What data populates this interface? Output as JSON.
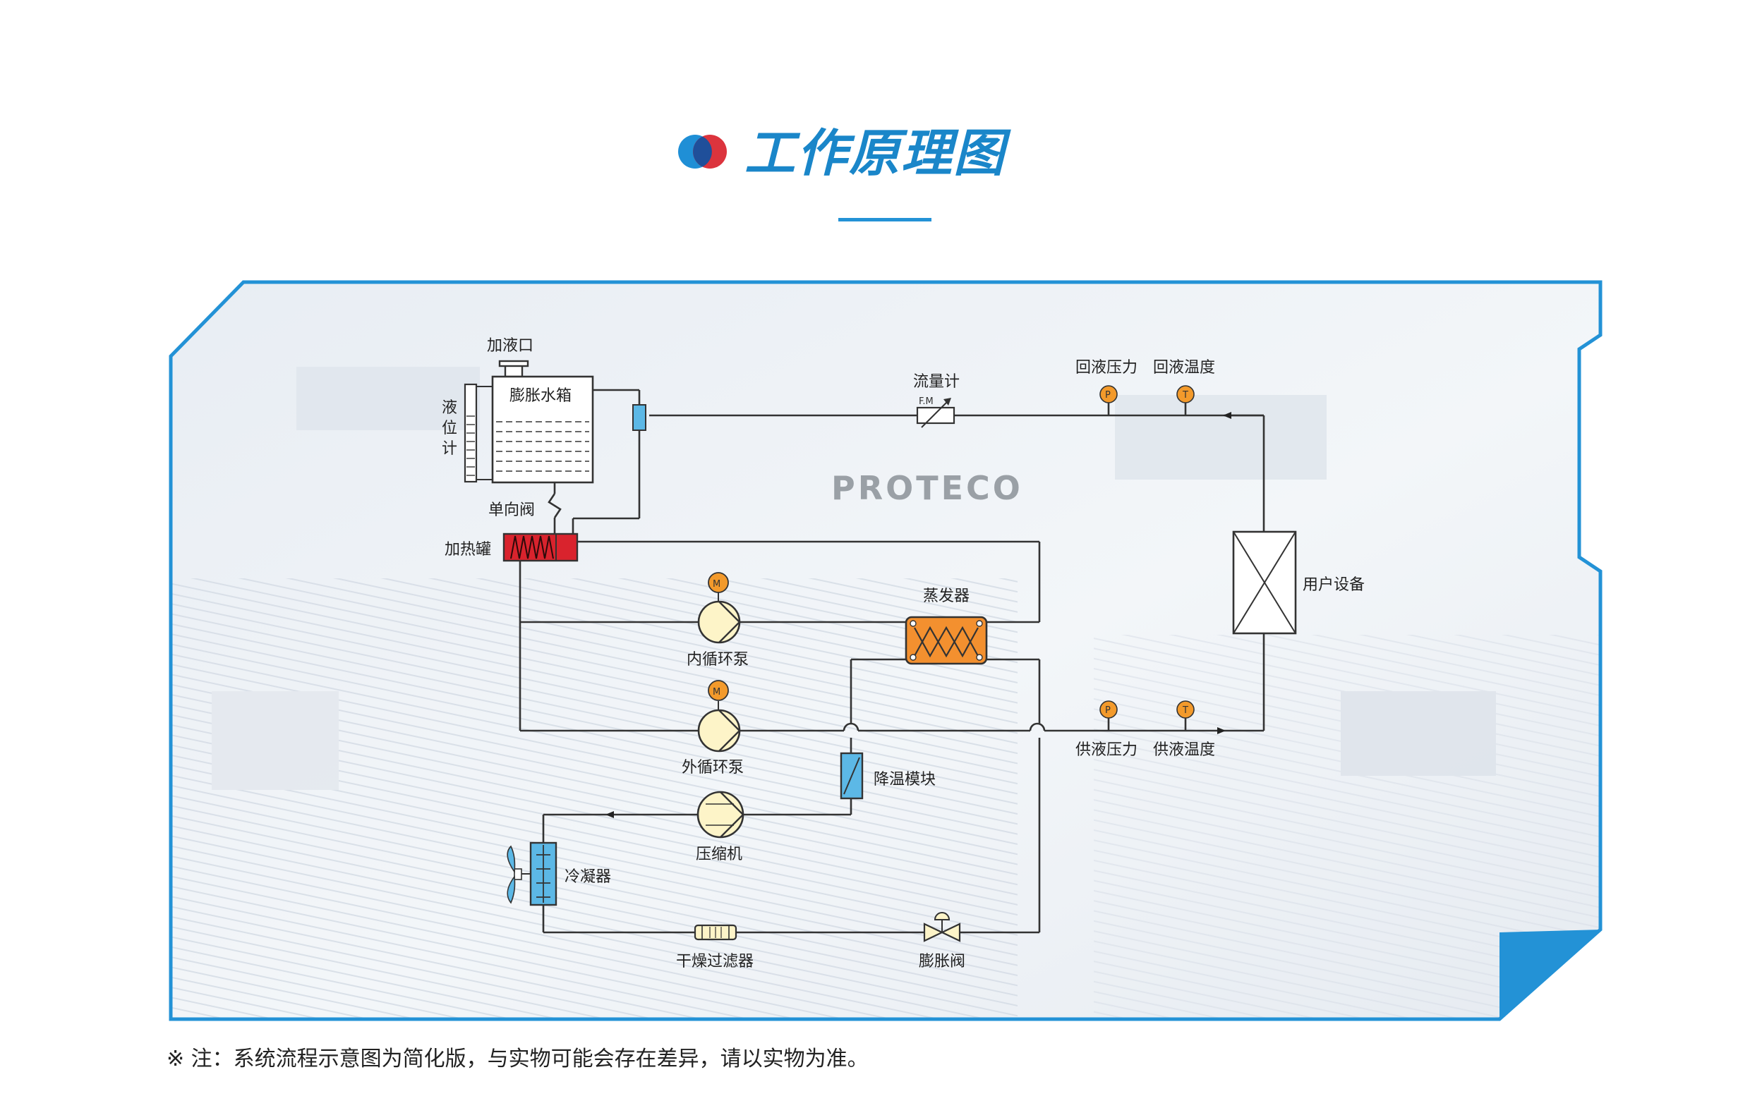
{
  "header": {
    "title": "工作原理图"
  },
  "labels": {
    "fill_port": "加液口",
    "expansion_tank": "膨胀水箱",
    "level_gauge": [
      "液",
      "位",
      "计"
    ],
    "check_valve": "单向阀",
    "heater_tank": "加热罐",
    "flow_meter": "流量计",
    "flow_meter_tag": "F.M",
    "return_pressure": "回液压力",
    "return_temp": "回液温度",
    "internal_pump": "内循环泵",
    "evaporator": "蒸发器",
    "user_equipment": "用户设备",
    "external_pump": "外循环泵",
    "supply_pressure": "供液压力",
    "supply_temp": "供液温度",
    "cooling_module": "降温模块",
    "compressor": "压缩机",
    "condenser": "冷凝器",
    "filter_dryer": "干燥过滤器",
    "expansion_valve": "膨胀阀",
    "motor_symbol": "M",
    "pressure_symbol": "P",
    "temp_symbol": "T"
  },
  "brand": "PROTECO",
  "footnote": "※ 注：系统流程示意图为简化版，与实物可能会存在差异，请以实物为准。",
  "colors": {
    "accent_blue": "#2392d6",
    "title_blue": "#1a86c9",
    "heater_red": "#d9232d",
    "evaporator_orange": "#f3902f",
    "pump_yellow": "#fdf4c8",
    "gauge_orange": "#f39a2b",
    "component_blue": "#5cb8e6"
  }
}
